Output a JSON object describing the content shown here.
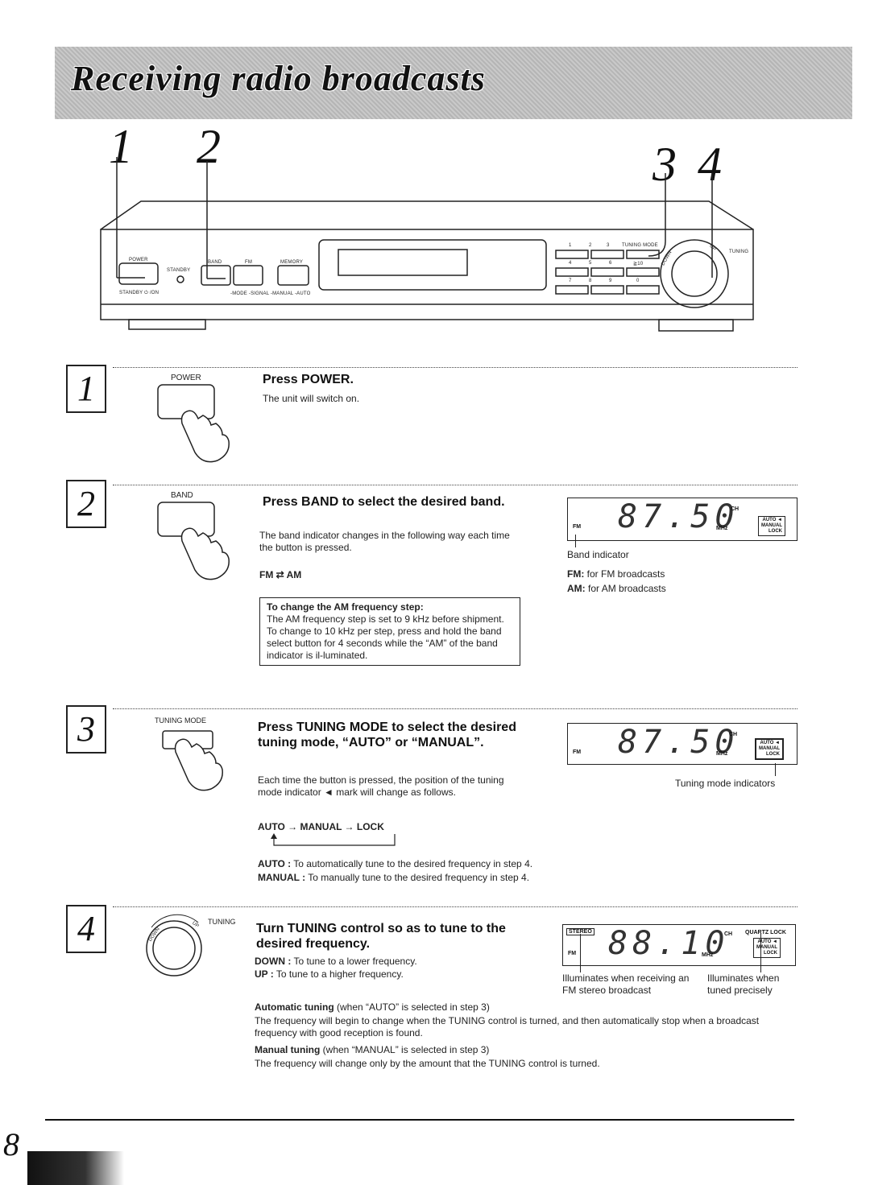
{
  "page": {
    "title": "Receiving radio broadcasts",
    "page_number": "8"
  },
  "diagram": {
    "callouts": [
      "1",
      "2",
      "3",
      "4"
    ],
    "labels": {
      "power": "POWER",
      "standby": "STANDBY",
      "standby_on": "STANDBY ⏻ /ON",
      "band": "BAND",
      "fm": "FM",
      "memory": "MEMORY",
      "sub_labels": "-MODE -SIGNAL  -MANUAL -AUTO",
      "k1": "1",
      "k2": "2",
      "k3": "3",
      "k4": "4",
      "k5": "5",
      "k6": "6",
      "k7": "7",
      "k8": "8",
      "k9": "9",
      "k10": "≧10",
      "k0": "0",
      "tuning_mode": "TUNING MODE",
      "tuning": "TUNING",
      "down": "DOWN",
      "up": "UP"
    }
  },
  "steps": [
    {
      "number": "1",
      "button_label": "POWER",
      "heading": "Press POWER.",
      "text": "The unit will switch on."
    },
    {
      "number": "2",
      "button_label": "BAND",
      "heading": "Press BAND to select the desired band.",
      "text": "The band indicator changes in the following way each time the button is pressed.",
      "sequence": "FM ⇄ AM",
      "note_title": "To change the AM frequency step:",
      "note_text": "The AM frequency step is set to 9 kHz before shipment. To change to 10 kHz per step, press and hold the band select button for 4 seconds while the “AM” of the band indicator is il-luminated.",
      "display": {
        "band": "FM",
        "digits": "87.50",
        "unit": "MHz",
        "ch": "CH",
        "auto": "AUTO ◄",
        "manual": "MANUAL",
        "lock": "LOCK"
      },
      "caption": "Band indicator",
      "fm_label": "FM:",
      "fm_text": "for FM broadcasts",
      "am_label": "AM:",
      "am_text": "for AM broadcasts"
    },
    {
      "number": "3",
      "button_label": "TUNING MODE",
      "heading": "Press TUNING MODE to select the desired tuning mode, “AUTO” or “MANUAL”.",
      "text": "Each time the button is pressed, the position of the tuning mode indicator ◄ mark will change as follows.",
      "sequence": "AUTO → MANUAL → LOCK",
      "auto_label": "AUTO :",
      "auto_text": "To automatically tune to the desired frequency in step 4.",
      "manual_label": "MANUAL :",
      "manual_text": "To manually tune to the desired frequency in step 4.",
      "display": {
        "band": "FM",
        "digits": "87.50",
        "unit": "MHz",
        "ch": "CH",
        "auto": "AUTO ◄",
        "manual": "MANUAL",
        "lock": "LOCK"
      },
      "caption": "Tuning mode indicators"
    },
    {
      "number": "4",
      "button_label": "TUNING",
      "down": "DOWN",
      "up": "UP",
      "heading": "Turn TUNING control so as to tune to the desired frequency.",
      "down_label": "DOWN :",
      "down_text": "To tune to a lower frequency.",
      "up_label": "UP :",
      "up_text": "To tune to a higher frequency.",
      "auto_label": "Automatic tuning",
      "auto_when": "(when “AUTO” is selected in step 3)",
      "auto_text": "The frequency will begin to change when the TUNING control is turned, and then automatically stop when a broadcast frequency with good reception is found.",
      "manual_label": "Manual tuning",
      "manual_when": "(when “MANUAL” is selected in step 3)",
      "manual_text": "The frequency will change only by the amount that the TUNING control is turned.",
      "display": {
        "stereo": "STEREO",
        "band": "FM",
        "digits": "88.10",
        "unit": "MHz",
        "ch": "CH",
        "quartz": "QUARTZ LOCK",
        "auto": "AUTO ◄",
        "manual": "MANUAL",
        "lock": "LOCK"
      },
      "caption_left": "Illuminates when receiving an FM stereo broadcast",
      "caption_right": "Illuminates when tuned precisely"
    }
  ]
}
